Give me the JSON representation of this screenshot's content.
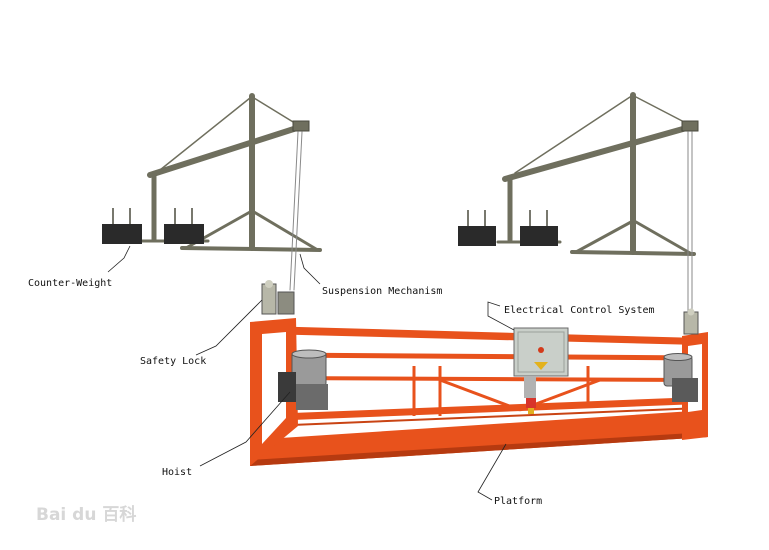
{
  "diagram": {
    "labels": {
      "counter_weight": "Counter-Weight",
      "suspension_mechanism": "Suspension Mechanism",
      "electrical_control_system": "Electrical Control System",
      "safety_lock": "Safety Lock",
      "hoist": "Hoist",
      "platform": "Platform"
    },
    "colors": {
      "platform": "#e8521c",
      "platform_shadow": "#b63a10",
      "steel": "#6f6f5e",
      "steel_dark": "#4a4a3e",
      "counterweight": "#2a2a2a",
      "control_box": "#c9cfc9",
      "leader_line": "#222222"
    }
  },
  "watermark": {
    "text": "Bai du 百科"
  }
}
